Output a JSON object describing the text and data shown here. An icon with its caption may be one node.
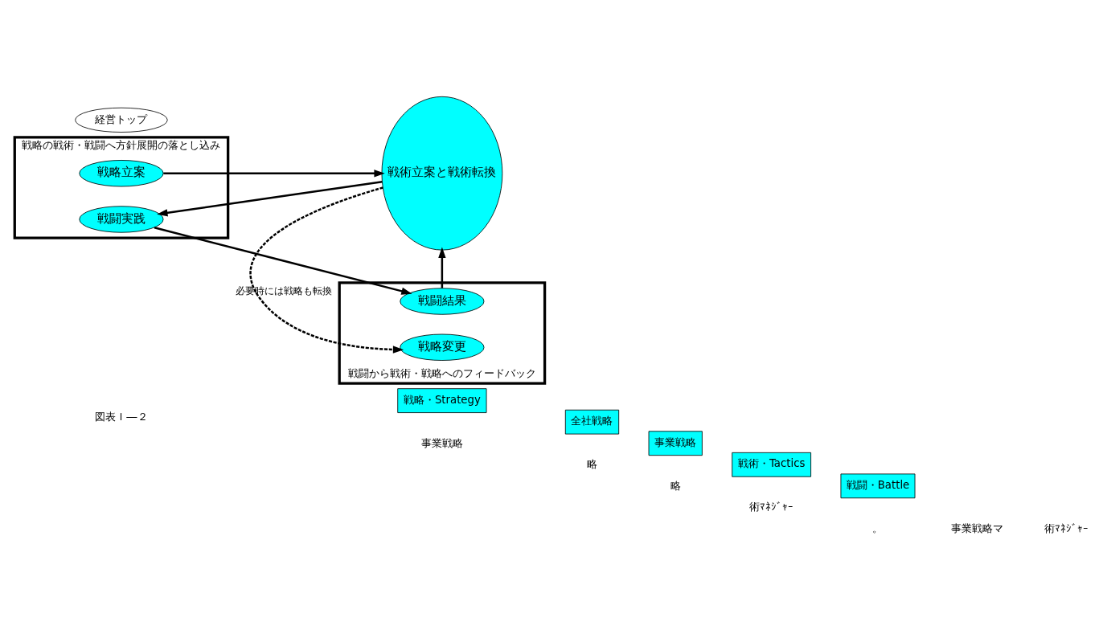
{
  "diagram": {
    "nodes": [
      {
        "text": [
          "戦略・Strategy"
        ]
      },
      {
        "text": [
          "全社戦略"
        ]
      },
      {
        "text": [
          "事業戦略"
        ]
      },
      {
        "text": [
          "戦術・Tactics"
        ]
      },
      {
        "text": [
          "戦闘・Battle"
        ]
      },
      {
        "text": [
          "戦略の戦術・戦闘へ方針展開の落とし込み"
        ]
      },
      {
        "text": [
          "戦略立案"
        ],
        "in": 5
      },
      {
        "text": [
          "戦術立案と戦術転換"
        ]
      },
      {
        "text": [
          "戦闘実践"
        ],
        "in": 5
      },
      {
        "text": [
          "戦闘から戦術・戦略へのフィードバック"
        ]
      },
      {
        "text": [
          "戦闘結果"
        ],
        "in": 9
      },
      {
        "text": [
          "戦略変更"
        ],
        "in": 9
      },
      {
        "text": [
          "経営トップ"
        ]
      }
    ],
    "edges": [
      {
        "from": 6,
        "to": 7,
        "arrow": "to"
      },
      {
        "from": 7,
        "to": 8,
        "arrow": "to"
      },
      {
        "from": 8,
        "to": 10,
        "arrow": "to"
      },
      {
        "from": 10,
        "to": 7,
        "arrow": "to"
      },
      {
        "from": 7,
        "to": 11,
        "arrow": "to",
        "style": "dashed",
        "label": "必要時には戦略も転換"
      }
    ],
    "labels": [
      "図表Ｉ―２",
      "事業戦略",
      "略",
      "略",
      "術ﾏﾈｼﾞｬｰ",
      "。",
      "事業戦略マ",
      "術ﾏﾈｼﾞｬｰ"
    ]
  }
}
